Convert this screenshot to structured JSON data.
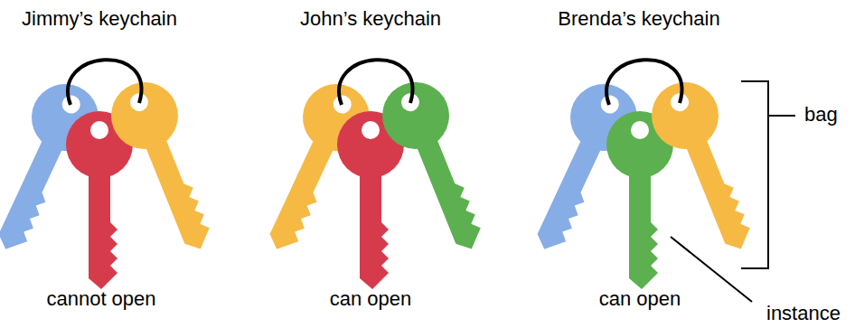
{
  "diagram": {
    "labels": [
      "Jimmy’s keychain",
      "John’s keychain",
      "Brenda’s keychain",
      "cannot open",
      "can open",
      "can open",
      "bag",
      "instance"
    ]
  }
}
